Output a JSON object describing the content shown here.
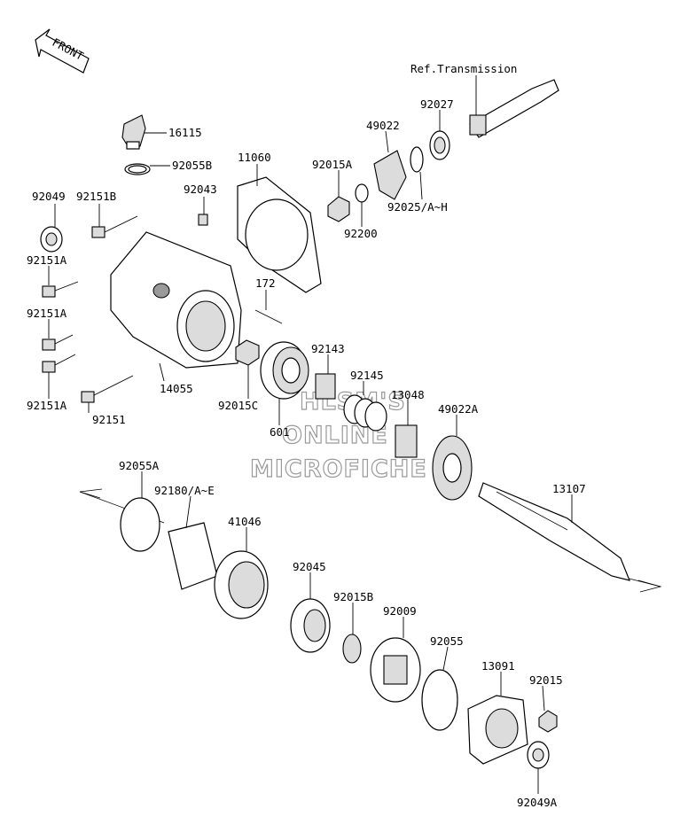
{
  "orientation": {
    "front_label": "FRONT"
  },
  "reference": {
    "transmission": "Ref.Transmission"
  },
  "watermark": {
    "line1": "HLSM'S",
    "line2": "ONLINE",
    "line3": "MICROFICHE"
  },
  "parts": {
    "p16115": "16115",
    "p92055B": "92055B",
    "p11060": "11060",
    "p92043": "92043",
    "p92049": "92049",
    "p92151B": "92151B",
    "p92151A_1": "92151A",
    "p92151A_2": "92151A",
    "p92151A_3": "92151A",
    "p92151": "92151",
    "p14055": "14055",
    "p172": "172",
    "p92015C": "92015C",
    "p601": "601",
    "p92143": "92143",
    "p92145": "92145",
    "p13048": "13048",
    "p49022A": "49022A",
    "p13107": "13107",
    "p92015A": "92015A",
    "p92200": "92200",
    "p49022": "49022",
    "p92027": "92027",
    "p92025": "92025/A~H",
    "p92055A": "92055A",
    "p92180": "92180/A~E",
    "p41046": "41046",
    "p92045": "92045",
    "p92015B": "92015B",
    "p92009": "92009",
    "p92055": "92055",
    "p13091": "13091",
    "p92015": "92015",
    "p92049A": "92049A"
  }
}
